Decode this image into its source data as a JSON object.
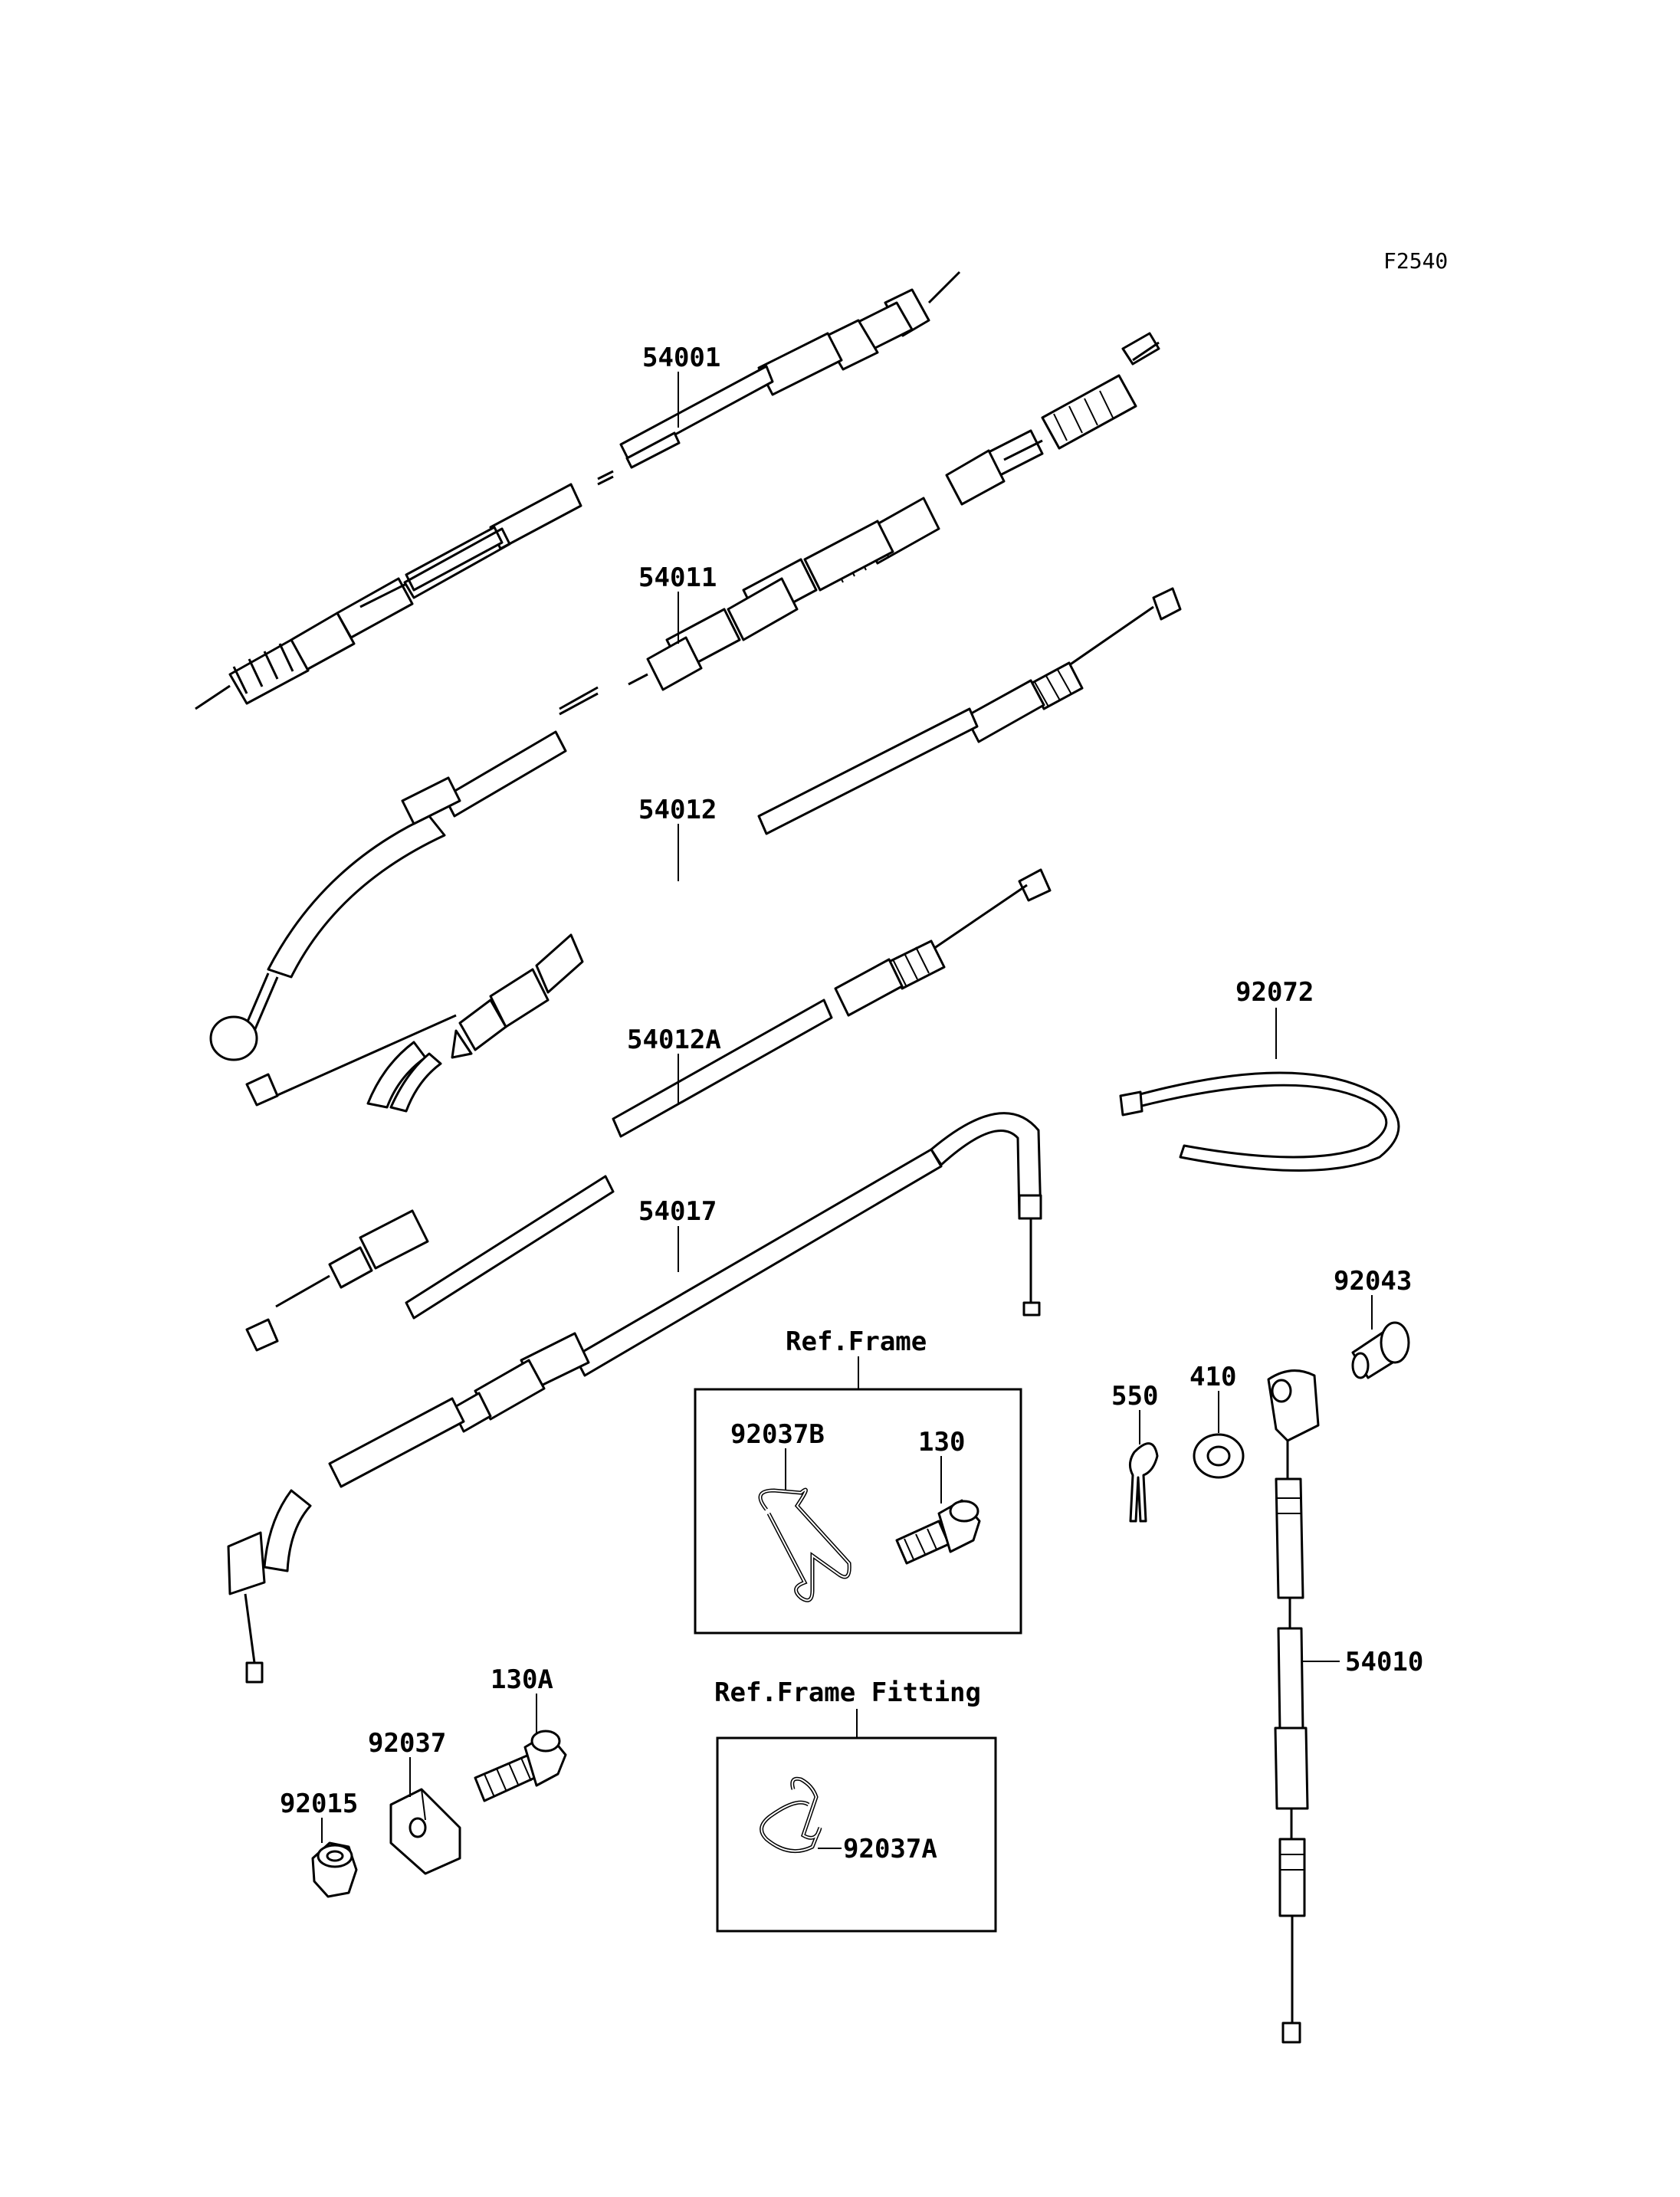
{
  "diagram_code": "F2540",
  "parts": {
    "p54001": "54001",
    "p54011": "54011",
    "p54012": "54012",
    "p54012A": "54012A",
    "p54017": "54017",
    "p92072": "92072",
    "p92043": "92043",
    "p410": "410",
    "p550": "550",
    "p54010": "54010",
    "p92037B": "92037B",
    "p130": "130",
    "p130A": "130A",
    "p92037": "92037",
    "p92015": "92015",
    "p92037A": "92037A"
  },
  "frames": {
    "ref_frame": "Ref.Frame",
    "ref_frame_fitting": "Ref.Frame Fitting"
  }
}
